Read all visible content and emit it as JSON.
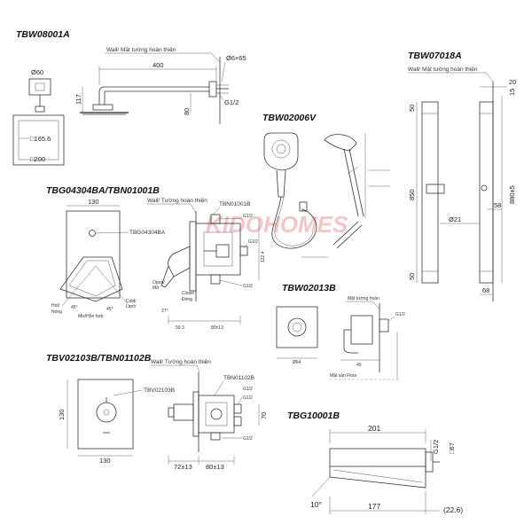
{
  "products": {
    "tbw08001a": {
      "code": "TBW08001A",
      "wall_label": "Wall/ Mặt tường hoàn thiện",
      "d60": "Ø60",
      "d6x65": "Ø6×65",
      "d400": "400",
      "d117": "117",
      "g12": "G1/2",
      "d80": "80",
      "sq1656": "□165.6",
      "sq200": "□200"
    },
    "tbw07018a": {
      "code": "TBW07018A",
      "wall_label": "Wall/ Mặt tường hoàn thiện",
      "d20": "20",
      "d15": "15",
      "d50a": "50",
      "d850": "850",
      "d880": "880±5",
      "d58": "58",
      "d21": "Ø21",
      "d50b": "50",
      "d68": "68"
    },
    "tbw02006v": {
      "code": "TBW02006V"
    },
    "tbg04304ba": {
      "code": "TBG04304BA/TBN01001B",
      "wall_label": "Wall/ Tường hoàn thiện",
      "tbn_label": "TBN01001B",
      "tbg_label": "TBG04304BA",
      "d130": "130",
      "g12a": "G1/2",
      "g12b": "G1/2",
      "g12c": "G1/2",
      "d122": "122.4",
      "open": "Open/",
      "open_vi": "Mở",
      "close": "Close/",
      "close_vi": "Đóng",
      "hot": "Hot/",
      "hot_vi": "Nóng",
      "cold": "Cold/",
      "cold_vi": "Lạnh",
      "mix": "Mix/Hỗn hợp",
      "a45a": "45°",
      "a45b": "45°",
      "a27": "27°",
      "d593": "59.3",
      "d8013": "80±13"
    },
    "tbw02013b": {
      "code": "TBW02013B",
      "wall_label": "Mặt tường hoàn",
      "floor_label": "Mặt sàn Floor",
      "g12": "G1/2",
      "d64": "Ø64",
      "d45": "45"
    },
    "tbv02103b": {
      "code": "TBV02103B/TBN01102B",
      "wall_label": "Wall/ Tường hoàn thiện",
      "tbv_label": "TBV02103B",
      "tbn_label": "TBN01102B",
      "d130a": "130",
      "d130b": "130",
      "g12a": "G1/2",
      "g12b": "G1/2",
      "g12c": "G1/2",
      "d70": "70",
      "d7213": "72±13",
      "d8013": "80±13"
    },
    "tbg10001b": {
      "code": "TBG10001B",
      "d201": "201",
      "g12": "G1/2",
      "d67": "□67",
      "a10": "10°",
      "d177": "177",
      "d226": "(22.6)"
    }
  },
  "watermark": "KIDOHOMES",
  "colors": {
    "line": "#333333",
    "watermark": "#e79a9a"
  }
}
